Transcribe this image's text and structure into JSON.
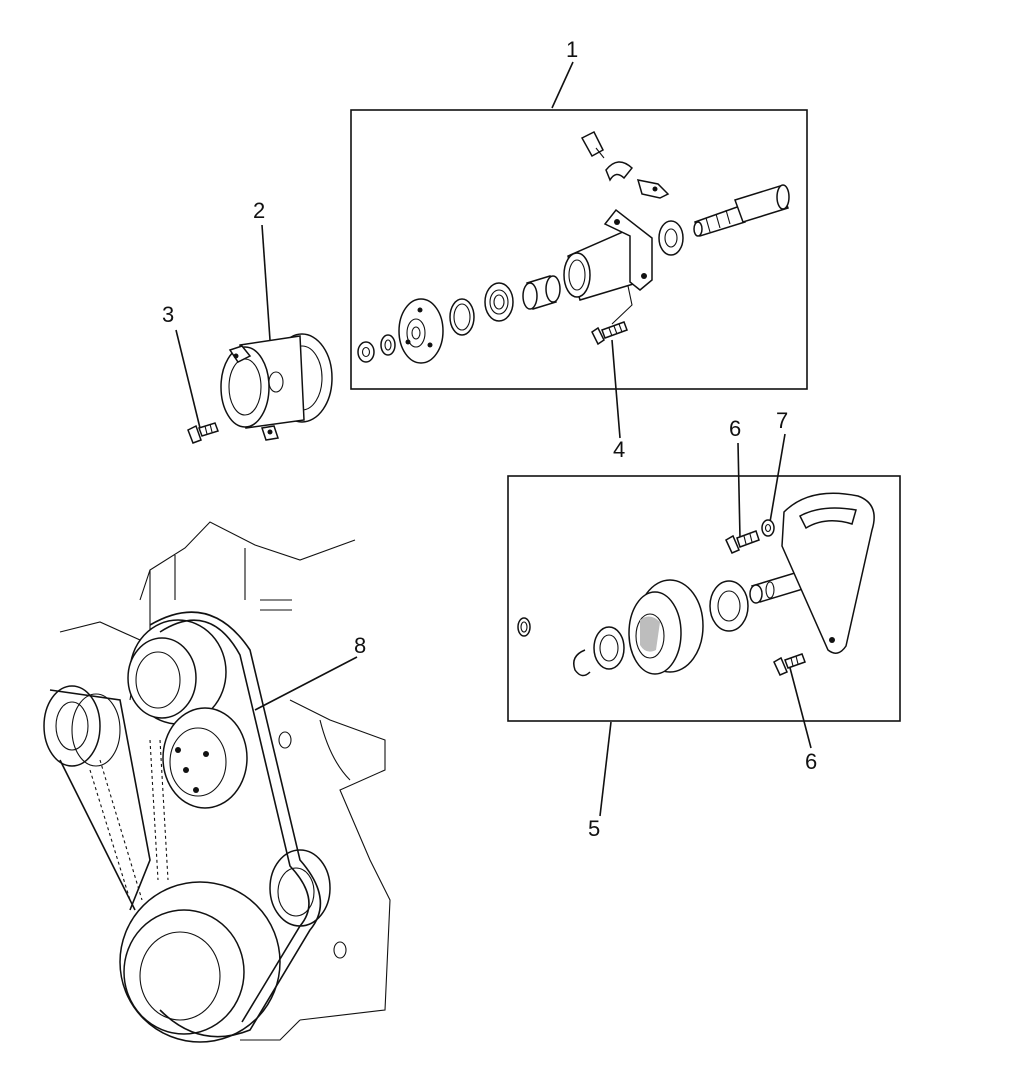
{
  "diagram": {
    "type": "exploded-parts-diagram",
    "callouts": [
      {
        "id": "1",
        "label": "1"
      },
      {
        "id": "2",
        "label": "2"
      },
      {
        "id": "3",
        "label": "3"
      },
      {
        "id": "4",
        "label": "4"
      },
      {
        "id": "5",
        "label": "5"
      },
      {
        "id": "6a",
        "label": "6"
      },
      {
        "id": "7",
        "label": "7"
      },
      {
        "id": "6b",
        "label": "6"
      },
      {
        "id": "8",
        "label": "8"
      }
    ]
  }
}
